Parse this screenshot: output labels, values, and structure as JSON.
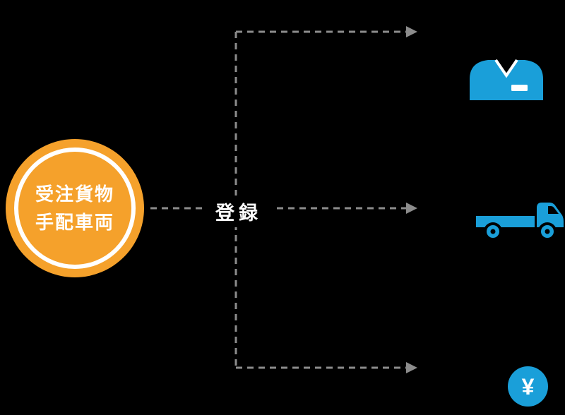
{
  "background": "#000000",
  "source": {
    "label_line1": "受注貨物",
    "label_line2": "手配車両",
    "fill_color": "#F5A12B",
    "ring_color": "#FFFFFF",
    "text_color": "#FFFFFF"
  },
  "action": {
    "label": "登録",
    "text_color": "#FFFFFF"
  },
  "connectors": {
    "style": "dashed",
    "color": "#8C8C8C",
    "branch_count": 3
  },
  "targets": [
    {
      "id": "driver",
      "icon": "driver-icon",
      "color": "#1A9FD9"
    },
    {
      "id": "truck",
      "icon": "truck-icon",
      "color": "#1A9FD9"
    },
    {
      "id": "payment",
      "icon": "yen-icon",
      "color": "#1A9FD9",
      "symbol": "¥"
    }
  ]
}
